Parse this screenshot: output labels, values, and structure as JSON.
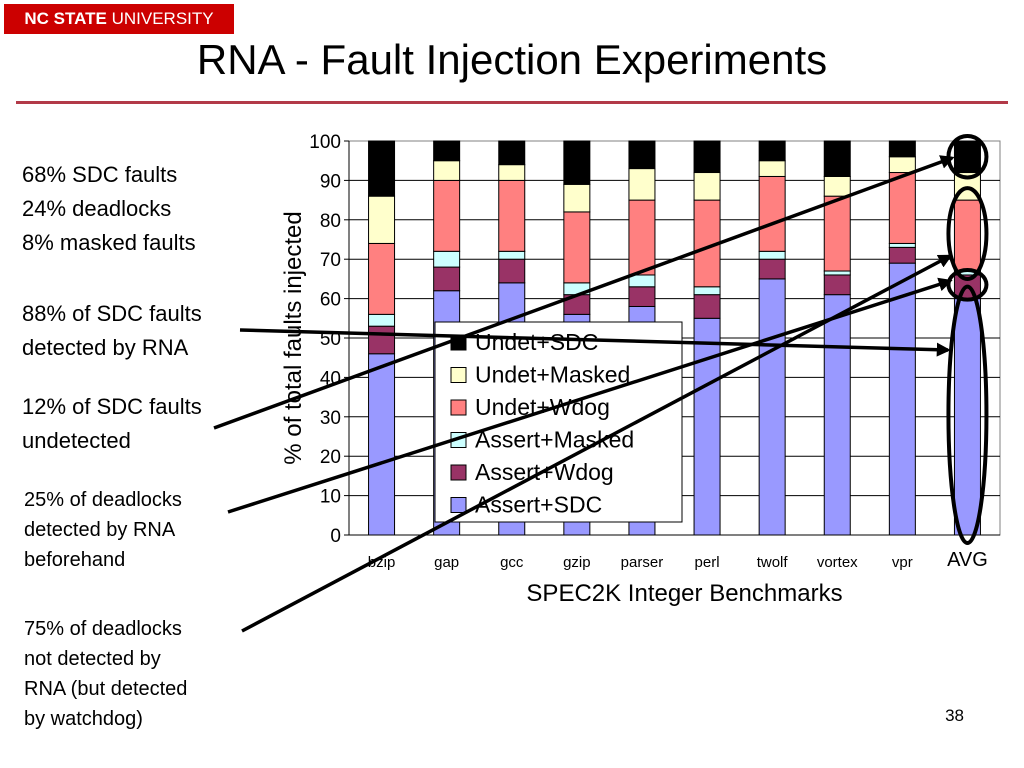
{
  "logo": {
    "bold": "NC STATE",
    "rest": " UNIVERSITY"
  },
  "title": "RNA - Fault Injection Experiments",
  "notes": [
    [
      "68% SDC faults",
      "24% deadlocks",
      "8% masked faults"
    ],
    [
      "88% of SDC faults",
      "detected by RNA"
    ],
    [
      "12% of SDC faults",
      "undetected"
    ],
    [
      "25% of deadlocks",
      "detected by RNA",
      "beforehand"
    ],
    [
      "75% of deadlocks",
      "not detected by",
      "RNA (but detected",
      "by watchdog)"
    ]
  ],
  "slide_number": "38",
  "colors": {
    "Assert+SDC": "#9999ff",
    "Assert+Wdog": "#993366",
    "Assert+Masked": "#ccffff",
    "Undet+Wdog": "#ff8080",
    "Undet+Masked": "#ffffcc",
    "Undet+SDC": "#000000",
    "highlight": "#000000"
  },
  "chart_data": {
    "type": "bar",
    "stacked": true,
    "categories": [
      "bzip",
      "gap",
      "gcc",
      "gzip",
      "parser",
      "perl",
      "twolf",
      "vortex",
      "vpr",
      "AVG"
    ],
    "xlabel": "SPEC2K Integer Benchmarks",
    "ylabel": "% of total faults injected",
    "ylim": [
      0,
      100
    ],
    "yticks": [
      0,
      10,
      20,
      30,
      40,
      50,
      60,
      70,
      80,
      90,
      100
    ],
    "grid": "horizontal",
    "legend_order": [
      "Undet+SDC",
      "Undet+Masked",
      "Undet+Wdog",
      "Assert+Masked",
      "Assert+Wdog",
      "Assert+SDC"
    ],
    "series": [
      {
        "name": "Assert+SDC",
        "values": [
          46,
          62,
          64,
          56,
          58,
          55,
          65,
          61,
          69,
          60
        ]
      },
      {
        "name": "Assert+Wdog",
        "values": [
          7,
          6,
          6,
          5,
          5,
          6,
          5,
          5,
          4,
          6
        ]
      },
      {
        "name": "Assert+Masked",
        "values": [
          3,
          4,
          2,
          3,
          3,
          2,
          2,
          1,
          1,
          1
        ]
      },
      {
        "name": "Undet+Wdog",
        "values": [
          18,
          18,
          18,
          18,
          19,
          22,
          19,
          19,
          18,
          18
        ]
      },
      {
        "name": "Undet+Masked",
        "values": [
          12,
          5,
          4,
          7,
          8,
          7,
          4,
          5,
          4,
          7
        ]
      },
      {
        "name": "Undet+SDC",
        "values": [
          14,
          5,
          6,
          11,
          7,
          8,
          5,
          9,
          4,
          8
        ]
      }
    ],
    "annotations": {
      "avg_ellipses": [
        {
          "from": 92,
          "to": 100
        },
        {
          "from": 67,
          "to": 86
        },
        {
          "from": 61,
          "to": 66
        },
        {
          "from": 0,
          "to": 61
        }
      ]
    }
  }
}
